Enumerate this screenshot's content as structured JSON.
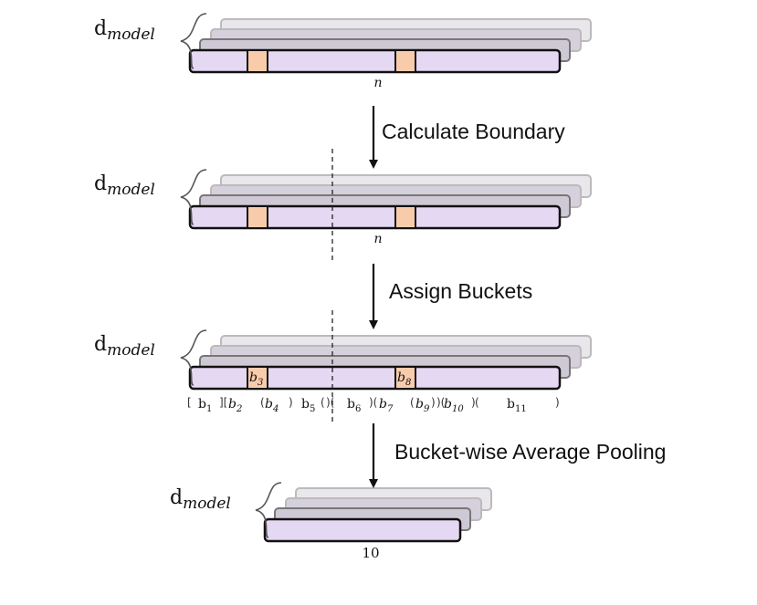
{
  "model_label": {
    "main": "d",
    "sub": "model"
  },
  "length_label": "n",
  "output_length_label": "10",
  "steps": [
    "Calculate Boundary",
    "Assign Buckets",
    "Bucket-wise Average Pooling"
  ],
  "highlight_labels": [
    {
      "base": "b",
      "sub": "3"
    },
    {
      "base": "b",
      "sub": "8"
    }
  ],
  "bucket_labels": [
    {
      "base": "b",
      "sub": "1",
      "italic": false
    },
    {
      "base": "b",
      "sub": "2",
      "italic": true
    },
    {
      "base": "b",
      "sub": "4",
      "italic": true
    },
    {
      "base": "b",
      "sub": "5",
      "italic": false
    },
    {
      "base": "b",
      "sub": "6",
      "italic": false
    },
    {
      "base": "b",
      "sub": "7",
      "italic": true
    },
    {
      "base": "b",
      "sub": "9",
      "italic": true
    },
    {
      "base": "b",
      "sub": "10",
      "italic": true
    },
    {
      "base": "b",
      "sub": "11",
      "italic": false
    }
  ],
  "colors": {
    "front_fill": "#e4d8f2",
    "mid_fill": "#d5d0db",
    "back_fill": "#e9e6ec",
    "highlight_fill": "#f8cbab",
    "stroke": "#111111",
    "mid_stroke": "#777777",
    "back_stroke": "#bbbbbb"
  }
}
